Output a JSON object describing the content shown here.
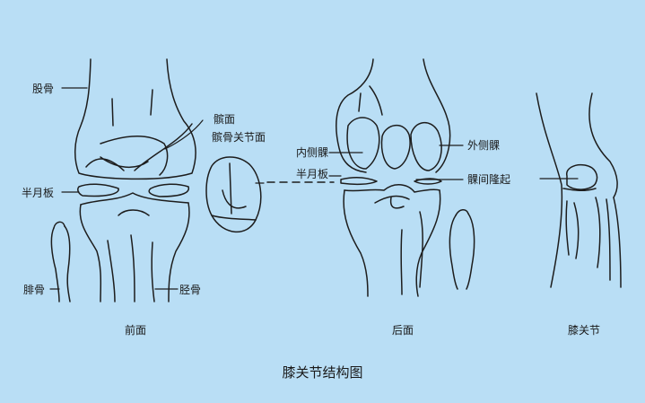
{
  "colors": {
    "background": "#b9def5",
    "line": "#1d1d1d"
  },
  "labels": {
    "femur": "股骨",
    "meniscus_front": "半月板",
    "fibula": "腓骨",
    "tibia": "胫骨",
    "patellar_surface": "髌面",
    "patella_articular_surface": "髌骨关节面",
    "medial_condyle": "内侧髁",
    "meniscus_back": "半月板",
    "lateral_condyle": "外侧髁",
    "intercondylar_eminence": "髁间隆起"
  },
  "captions": {
    "front": "前面",
    "back": "后面",
    "knee_joint": "膝关节"
  },
  "title": "膝关节结构图"
}
